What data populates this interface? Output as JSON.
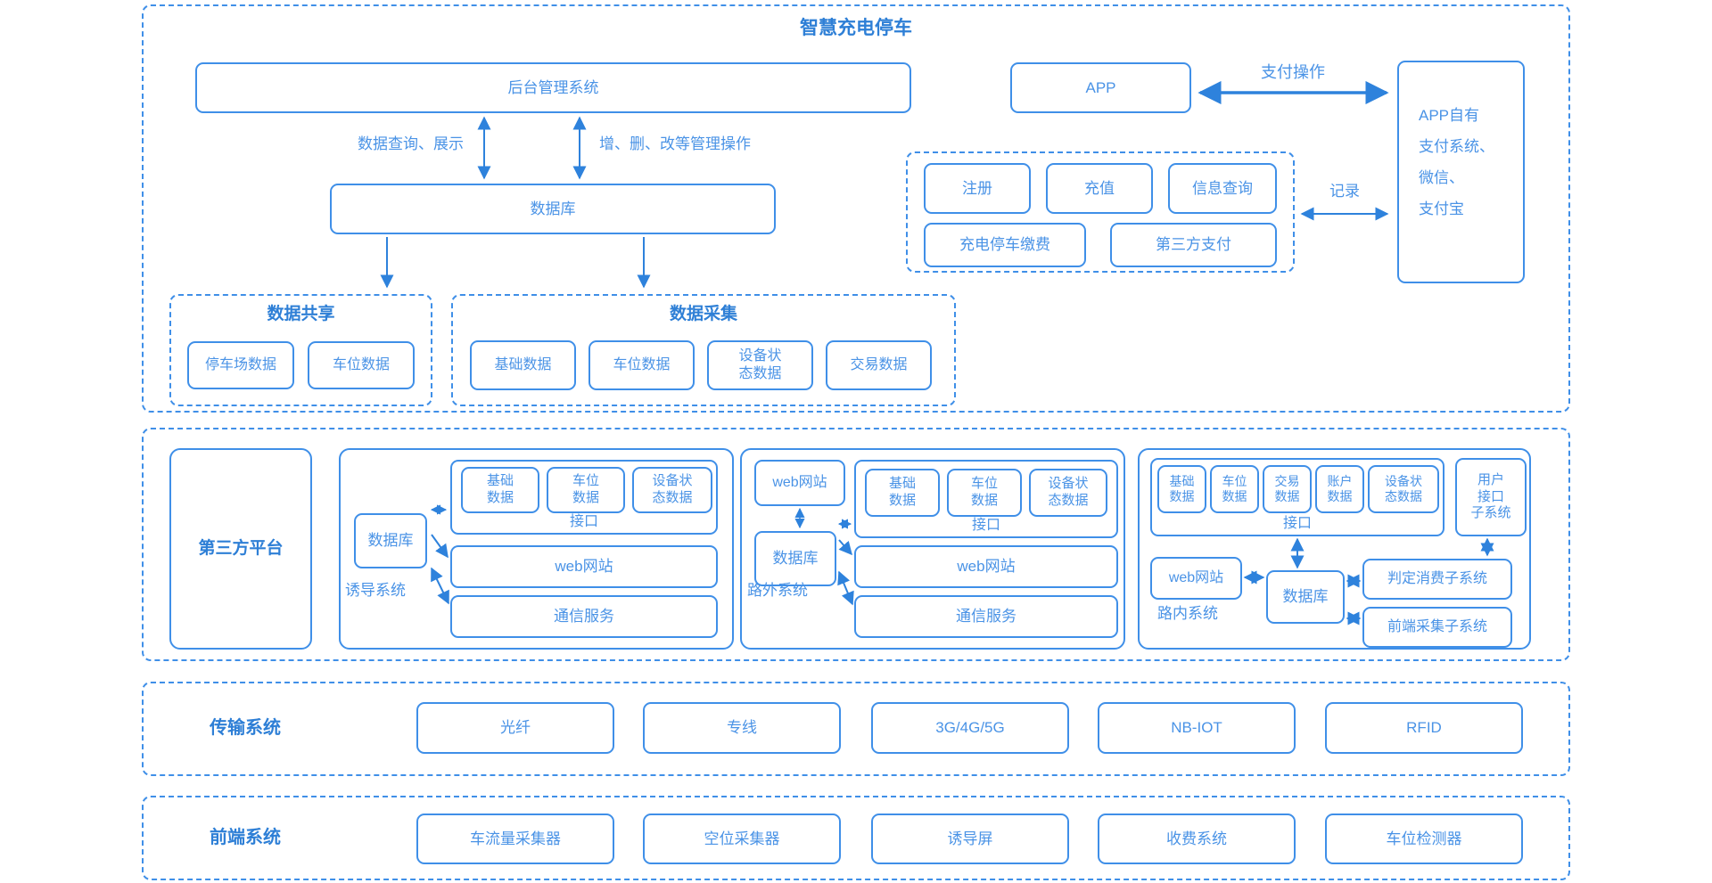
{
  "colors": {
    "primary": "#3f8fe8",
    "text": "#4a93e6",
    "arrow": "#2e82dc"
  },
  "top": {
    "title": "智慧充电停车",
    "backend": "后台管理系统",
    "app": "APP",
    "payment_box": "APP自有\n支付系统、\n微信、\n支付宝",
    "label_payment_op": "支付操作",
    "label_record": "记录",
    "label_query": "数据查询、展示",
    "label_crud": "增、删、改等管理操作",
    "database": "数据库",
    "functions": {
      "register": "注册",
      "recharge": "充值",
      "info_query": "信息查询",
      "pay_parking": "充电停车缴费",
      "third_party_pay": "第三方支付"
    },
    "share": {
      "title": "数据共享",
      "items": [
        "停车场数据",
        "车位数据"
      ]
    },
    "collect": {
      "title": "数据采集",
      "items": [
        "基础数据",
        "车位数据",
        "设备状\n态数据",
        "交易数据"
      ]
    }
  },
  "platform": {
    "title": "第三方平台",
    "sub1": {
      "name": "诱导系统",
      "db": "数据库",
      "interface_label": "接口",
      "interface_items": [
        "基础\n数据",
        "车位\n数据",
        "设备状\n态数据"
      ],
      "web": "web网站",
      "comm": "通信服务"
    },
    "sub2": {
      "name": "路外系统",
      "web_small": "web网站",
      "db": "数据库",
      "interface_label": "接口",
      "interface_items": [
        "基础\n数据",
        "车位\n数据",
        "设备状\n态数据"
      ],
      "web": "web网站",
      "comm": "通信服务"
    },
    "sub3": {
      "name": "路内系统",
      "interface_label": "接口",
      "interface_items": [
        "基础\n数据",
        "车位\n数据",
        "交易\n数据",
        "账户\n数据",
        "设备状\n态数据"
      ],
      "user_subsystem": "用户\n接口\n子系统",
      "web": "web网站",
      "db": "数据库",
      "judge": "判定消费子系统",
      "collect": "前端采集子系统"
    }
  },
  "transmission": {
    "title": "传输系统",
    "items": [
      "光纤",
      "专线",
      "3G/4G/5G",
      "NB-IOT",
      "RFID"
    ]
  },
  "frontend": {
    "title": "前端系统",
    "items": [
      "车流量采集器",
      "空位采集器",
      "诱导屏",
      "收费系统",
      "车位检测器"
    ]
  }
}
